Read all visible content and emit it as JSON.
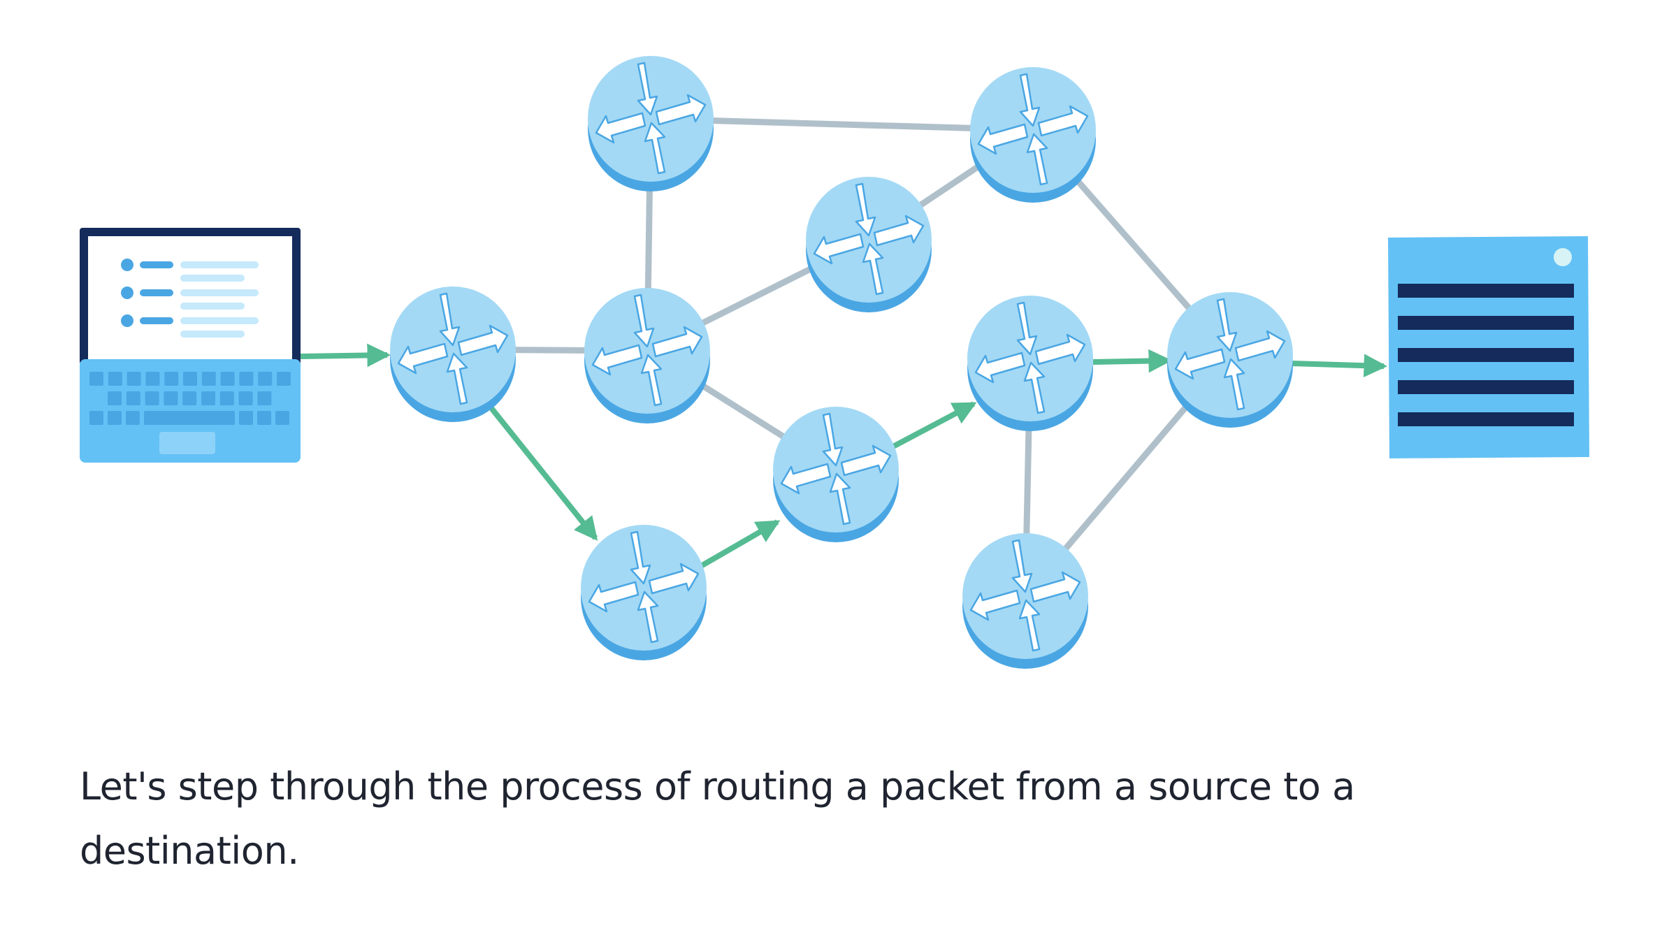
{
  "caption": "Let's step through the process of routing a packet from a source to a destination.",
  "colors": {
    "router_top": "#a3d9f5",
    "router_side": "#4aa6e3",
    "link": "#b0c0ca",
    "route": "#55bb92",
    "laptop_frame": "#142b5b",
    "laptop_body": "#63c1f5",
    "server_body": "#63c1f5",
    "server_slots": "#142b5b"
  },
  "icons": {
    "source": "laptop-icon",
    "destination": "server-icon",
    "router": "router-icon"
  },
  "routers": [
    {
      "id": "r1"
    },
    {
      "id": "r2"
    },
    {
      "id": "r3"
    },
    {
      "id": "r4"
    },
    {
      "id": "r5"
    },
    {
      "id": "r6"
    },
    {
      "id": "r7"
    },
    {
      "id": "r8"
    },
    {
      "id": "r9"
    },
    {
      "id": "r10"
    }
  ],
  "links": [
    {
      "from": "r1",
      "to": "r2",
      "on_route": false
    },
    {
      "from": "r2",
      "to": "r3",
      "on_route": false
    },
    {
      "from": "r3",
      "to": "r4",
      "on_route": false
    },
    {
      "from": "r2",
      "to": "r5",
      "on_route": false
    },
    {
      "from": "r5",
      "to": "r4",
      "on_route": false
    },
    {
      "from": "r4",
      "to": "r8",
      "on_route": false
    },
    {
      "from": "r2",
      "to": "r7",
      "on_route": false
    },
    {
      "from": "r9",
      "to": "r10",
      "on_route": false
    },
    {
      "from": "r10",
      "to": "r8",
      "on_route": false
    },
    {
      "from": "source",
      "to": "r1",
      "on_route": true
    },
    {
      "from": "r1",
      "to": "r6",
      "on_route": true
    },
    {
      "from": "r6",
      "to": "r7",
      "on_route": true
    },
    {
      "from": "r7",
      "to": "r9",
      "on_route": true
    },
    {
      "from": "r9",
      "to": "r8",
      "on_route": true
    },
    {
      "from": "r8",
      "to": "destination",
      "on_route": true
    }
  ]
}
